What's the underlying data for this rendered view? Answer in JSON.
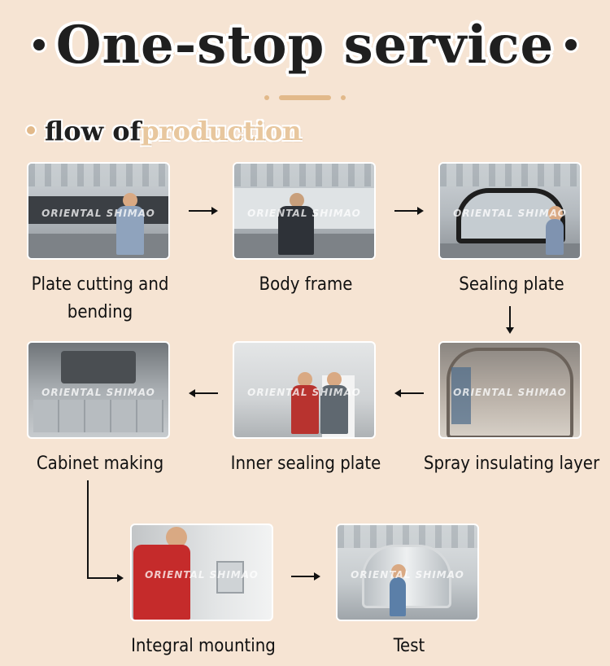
{
  "title": "One-stop service",
  "subtitle": {
    "dark": "flow of",
    "light": "production"
  },
  "watermark": "ORIENTAL SHIMAO",
  "steps": [
    {
      "label": "Plate cutting and bending"
    },
    {
      "label": "Body frame"
    },
    {
      "label": "Sealing plate"
    },
    {
      "label": "Spray insulating layer"
    },
    {
      "label": "Inner sealing plate"
    },
    {
      "label": "Cabinet making"
    },
    {
      "label": "Integral mounting"
    },
    {
      "label": "Test"
    }
  ],
  "colors": {
    "background": "#f6e4d3",
    "accent": "#e2b98a",
    "text": "#1f1f1f"
  }
}
